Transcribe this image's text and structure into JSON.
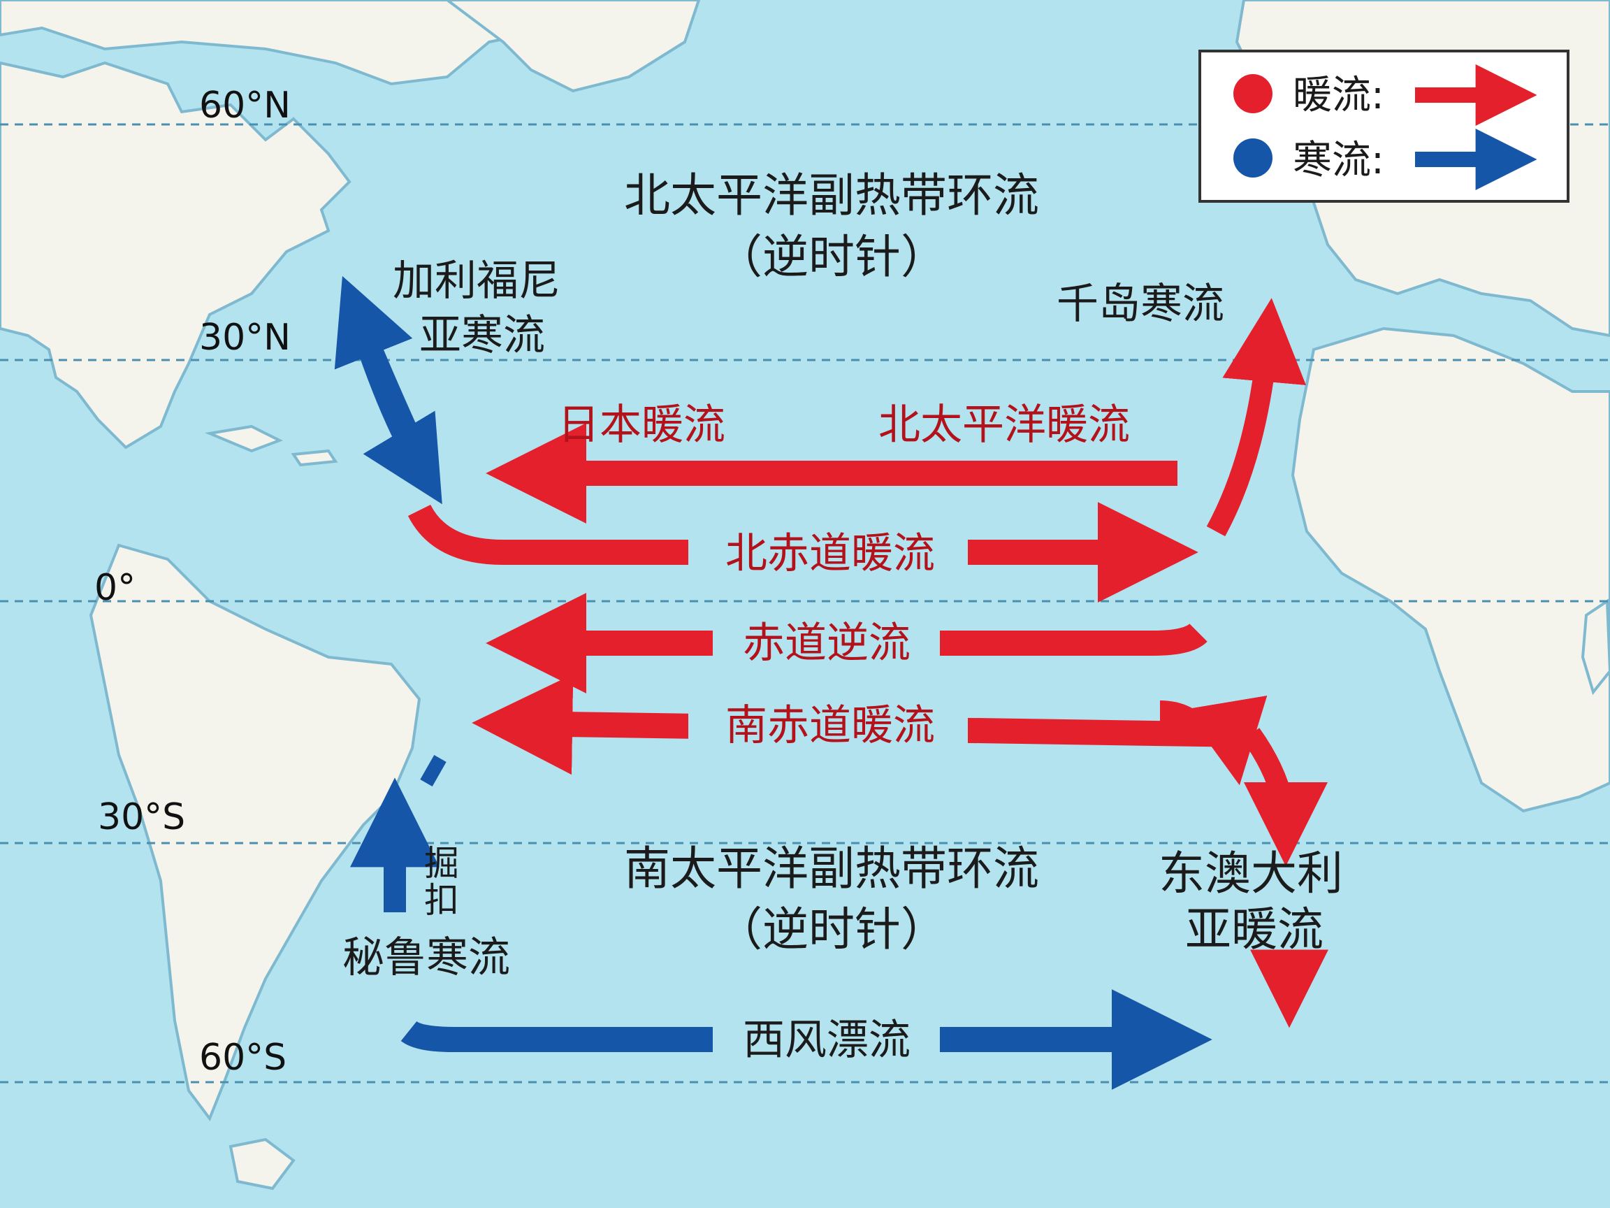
{
  "colors": {
    "ocean": "#b3e3ef",
    "land": "#f4f4ec",
    "coast": "#7fb9d0",
    "warm": "#e3202b",
    "cold": "#1656a8",
    "warm_text": "#b3121b",
    "text": "#1b1b1b",
    "gridline": "#4a8fb0"
  },
  "legend": {
    "warm_label": "暖流:",
    "cold_label": "寒流:"
  },
  "latitudes": {
    "n60": "60°N",
    "n30": "30°N",
    "eq": "0°",
    "s30": "30°S",
    "s60": "60°S"
  },
  "gyres": {
    "north": {
      "name": "北太平洋副热带环流",
      "direction": "（逆时针）"
    },
    "south": {
      "name": "南太平洋副热带环流",
      "direction": "（逆时针）"
    }
  },
  "currents": {
    "california_line1": "加利福尼",
    "california_line2": "亚寒流",
    "kuril": "千岛寒流",
    "japan": "日本暖流",
    "north_pacific": "北太平洋暖流",
    "north_equatorial": "北赤道暖流",
    "equatorial_counter": "赤道逆流",
    "south_equatorial": "南赤道暖流",
    "peru_glyph1": "掘",
    "peru_glyph2": "扣",
    "peru": "秘鲁寒流",
    "east_australia_line1": "东澳大利",
    "east_australia_line2": "亚暖流",
    "west_wind_drift": "西风漂流"
  },
  "icons": {
    "warm_dot": "red-circle",
    "cold_dot": "blue-circle",
    "arrow": "right-arrow"
  }
}
